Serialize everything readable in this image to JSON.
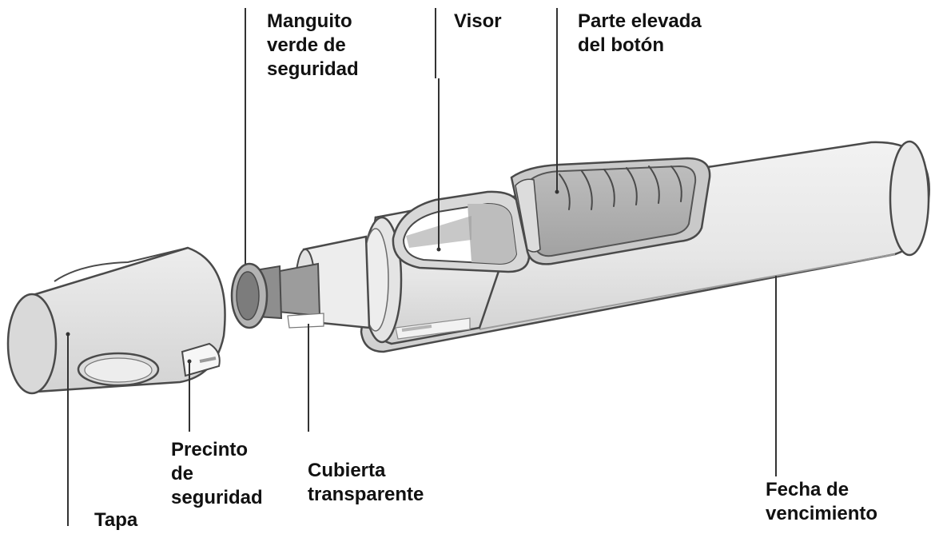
{
  "colors": {
    "outline": "#4a4a4a",
    "body_light": "#e7e7e7",
    "body_mid": "#d2d2d2",
    "body_shadow": "#c4c4c4",
    "button_gray": "#aaaaaa",
    "button_light": "#c2c2c2",
    "window_white": "#ffffff",
    "leader": "#333333",
    "text": "#111111"
  },
  "labels": {
    "manguito": [
      "Manguito",
      "verde de",
      "seguridad"
    ],
    "visor": [
      "Visor"
    ],
    "boton": [
      "Parte elevada",
      "del botón"
    ],
    "precinto": [
      "Precinto",
      "de",
      "seguridad"
    ],
    "cubierta": [
      "Cubierta",
      "transparente"
    ],
    "fecha": [
      "Fecha de",
      "vencimiento"
    ],
    "tapa": [
      "Tapa"
    ]
  }
}
